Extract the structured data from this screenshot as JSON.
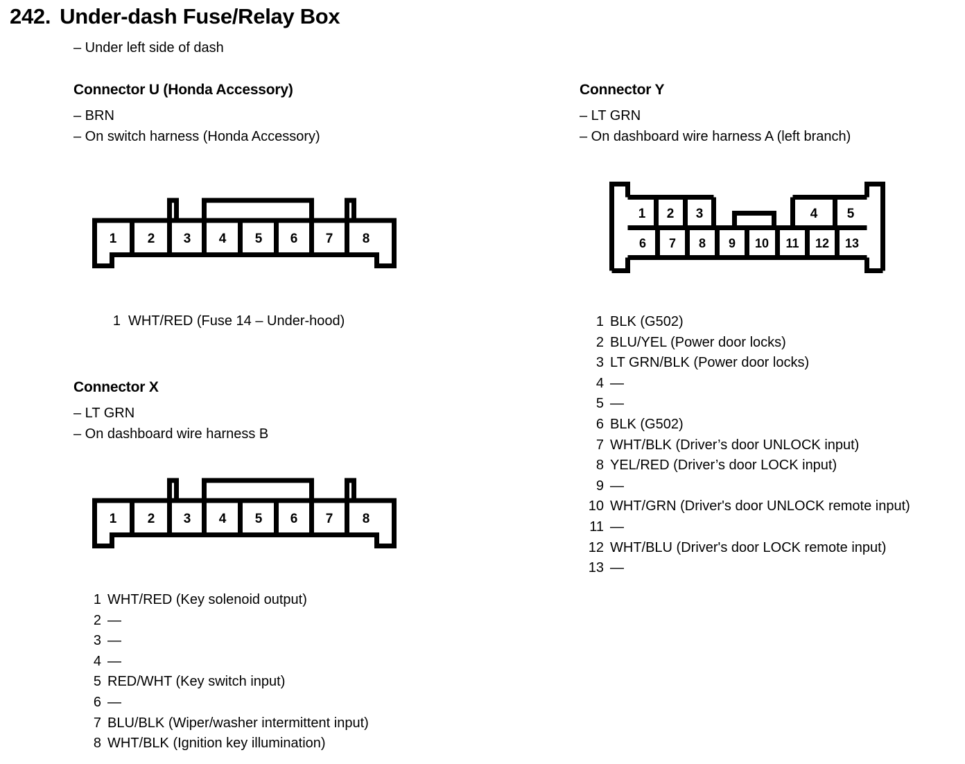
{
  "title": {
    "number": "242.",
    "text": "Under-dash Fuse/Relay Box",
    "subtitle": "– Under left side of dash"
  },
  "connectors": [
    {
      "id": "U",
      "heading": "Connector U (Honda Accessory)",
      "color_line": "– BRN",
      "harness_line": "– On switch harness (Honda Accessory)",
      "diagram": {
        "type": "single-row",
        "pins": [
          "1",
          "2",
          "3",
          "4",
          "5",
          "6",
          "7",
          "8"
        ]
      },
      "pins": [
        {
          "n": "1",
          "desc": "WHT/RED (Fuse 14 – Under-hood)"
        }
      ]
    },
    {
      "id": "X",
      "heading": "Connector X",
      "color_line": "– LT GRN",
      "harness_line": "– On dashboard wire harness B",
      "diagram": {
        "type": "single-row",
        "pins": [
          "1",
          "2",
          "3",
          "4",
          "5",
          "6",
          "7",
          "8"
        ]
      },
      "pins": [
        {
          "n": "1",
          "desc": "WHT/RED (Key solenoid output)"
        },
        {
          "n": "2",
          "desc": "—"
        },
        {
          "n": "3",
          "desc": "—"
        },
        {
          "n": "4",
          "desc": "—"
        },
        {
          "n": "5",
          "desc": "RED/WHT (Key switch input)"
        },
        {
          "n": "6",
          "desc": "—"
        },
        {
          "n": "7",
          "desc": "BLU/BLK (Wiper/washer intermittent input)"
        },
        {
          "n": "8",
          "desc": "WHT/BLK (Ignition key illumination)"
        }
      ]
    },
    {
      "id": "Y",
      "heading": "Connector Y",
      "color_line": "– LT GRN",
      "harness_line": "– On dashboard wire harness A (left branch)",
      "diagram": {
        "type": "two-row",
        "top_row_left": [
          "1",
          "2",
          "3"
        ],
        "top_row_right": [
          "4",
          "5"
        ],
        "bottom_row": [
          "6",
          "7",
          "8",
          "9",
          "10",
          "11",
          "12",
          "13"
        ]
      },
      "pins": [
        {
          "n": "1",
          "desc": "BLK (G502)"
        },
        {
          "n": "2",
          "desc": "BLU/YEL (Power door locks)"
        },
        {
          "n": "3",
          "desc": "LT GRN/BLK (Power door locks)"
        },
        {
          "n": "4",
          "desc": "—"
        },
        {
          "n": "5",
          "desc": "—"
        },
        {
          "n": "6",
          "desc": "BLK (G502)"
        },
        {
          "n": "7",
          "desc": "WHT/BLK (Driver’s door UNLOCK input)"
        },
        {
          "n": "8",
          "desc": "YEL/RED (Driver’s door LOCK input)"
        },
        {
          "n": "9",
          "desc": "—"
        },
        {
          "n": "10",
          "desc": "WHT/GRN (Driver's door UNLOCK remote input)"
        },
        {
          "n": "11",
          "desc": "—"
        },
        {
          "n": "12",
          "desc": "WHT/BLU (Driver's door LOCK remote input)"
        },
        {
          "n": "13",
          "desc": "—"
        }
      ]
    }
  ],
  "colors": {
    "ink": "#000000",
    "paper": "#ffffff"
  }
}
